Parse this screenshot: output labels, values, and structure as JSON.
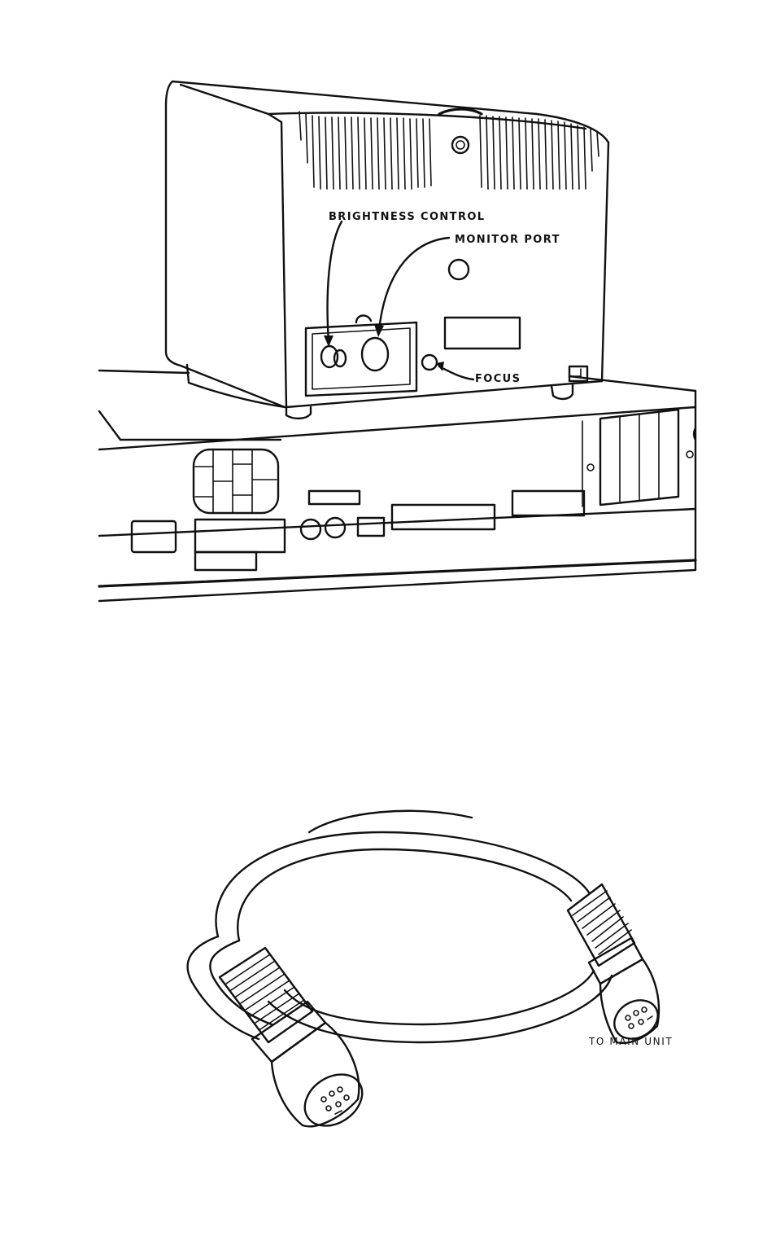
{
  "monitor_figure": {
    "labels": {
      "brightness_control": "BRIGHTNESS CONTROL",
      "monitor_port": "MONITOR PORT",
      "focus": "FOCUS"
    }
  },
  "cable_figure": {
    "labels": {
      "to_main_unit": "TO MAIN UNIT"
    }
  }
}
